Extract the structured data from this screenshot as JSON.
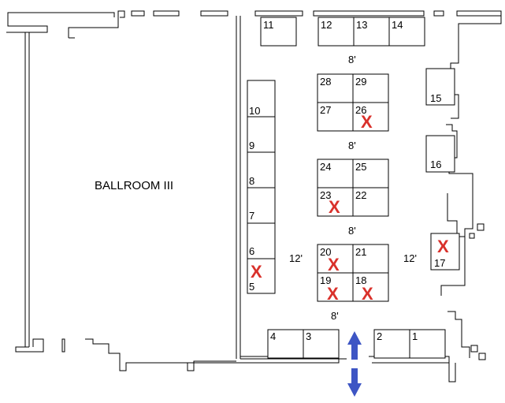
{
  "room_label": "BALLROOM III",
  "dimensions": {
    "aisle_8a": "8'",
    "aisle_8b": "8'",
    "aisle_8c": "8'",
    "aisle_8d": "8'",
    "side_12_left": "12'",
    "side_12_right": "12'"
  },
  "colors": {
    "taken_mark": "#d9312b",
    "arrow": "#3d55c4"
  },
  "taken_symbol": "X",
  "booths": [
    {
      "id": "b1",
      "label": "1",
      "taken": false
    },
    {
      "id": "b2",
      "label": "2",
      "taken": false
    },
    {
      "id": "b3",
      "label": "3",
      "taken": false
    },
    {
      "id": "b4",
      "label": "4",
      "taken": false
    },
    {
      "id": "b5",
      "label": "5",
      "taken": true
    },
    {
      "id": "b6",
      "label": "6",
      "taken": false
    },
    {
      "id": "b7",
      "label": "7",
      "taken": false
    },
    {
      "id": "b8",
      "label": "8",
      "taken": false
    },
    {
      "id": "b9",
      "label": "9",
      "taken": false
    },
    {
      "id": "b10",
      "label": "10",
      "taken": false
    },
    {
      "id": "b11",
      "label": "11",
      "taken": false
    },
    {
      "id": "b12",
      "label": "12",
      "taken": false
    },
    {
      "id": "b13",
      "label": "13",
      "taken": false
    },
    {
      "id": "b14",
      "label": "14",
      "taken": false
    },
    {
      "id": "b15",
      "label": "15",
      "taken": false
    },
    {
      "id": "b16",
      "label": "16",
      "taken": false
    },
    {
      "id": "b17",
      "label": "17",
      "taken": true
    },
    {
      "id": "b18",
      "label": "18",
      "taken": true
    },
    {
      "id": "b19",
      "label": "19",
      "taken": true
    },
    {
      "id": "b20",
      "label": "20",
      "taken": true
    },
    {
      "id": "b21",
      "label": "21",
      "taken": false
    },
    {
      "id": "b22",
      "label": "22",
      "taken": false
    },
    {
      "id": "b23",
      "label": "23",
      "taken": true
    },
    {
      "id": "b24",
      "label": "24",
      "taken": false
    },
    {
      "id": "b25",
      "label": "25",
      "taken": false
    },
    {
      "id": "b26",
      "label": "26",
      "taken": true
    },
    {
      "id": "b27",
      "label": "27",
      "taken": false
    },
    {
      "id": "b28",
      "label": "28",
      "taken": false
    },
    {
      "id": "b29",
      "label": "29",
      "taken": false
    }
  ]
}
